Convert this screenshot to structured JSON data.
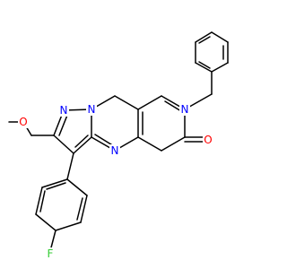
{
  "atoms": {
    "N_benzyl": {
      "text": "N",
      "color": "#0000ff"
    },
    "O_carbonyl": {
      "text": "O",
      "color": "#ff0000"
    },
    "N_pyrazole_top": {
      "text": "N",
      "color": "#0000ff"
    },
    "N_pyrazole_bridge": {
      "text": "N",
      "color": "#0000ff"
    },
    "N_pyrimidine": {
      "text": "N",
      "color": "#0000ff"
    },
    "O_ether": {
      "text": "O",
      "color": "#ff0000"
    },
    "F": {
      "text": "F",
      "color": "#33cc33"
    }
  }
}
